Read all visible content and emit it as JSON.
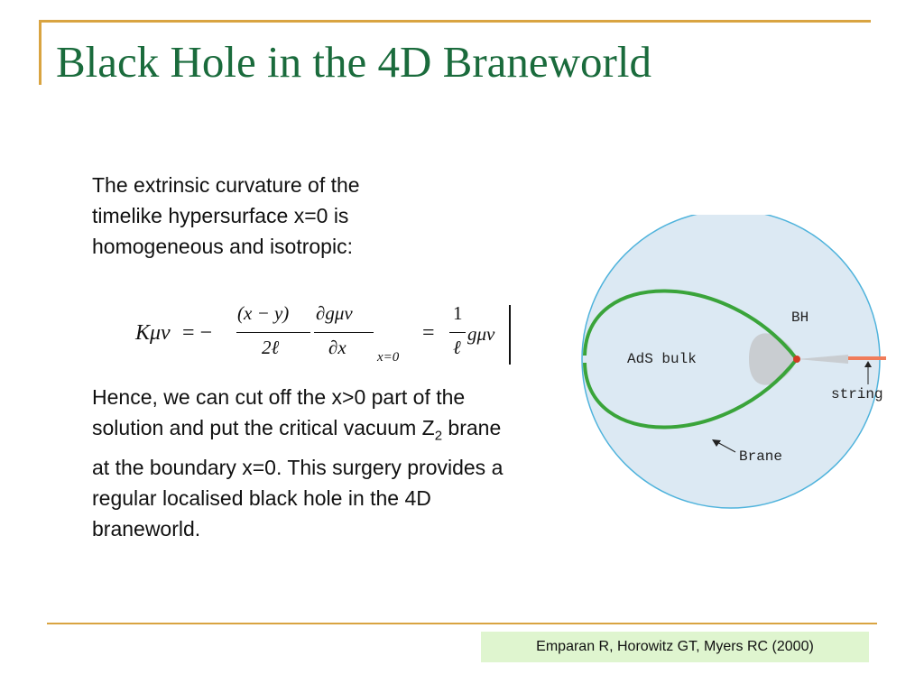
{
  "title": "Black Hole in the 4D Braneworld",
  "paragraph1": "The extrinsic curvature of the timelike hypersurface x=0 is homogeneous and isotropic:",
  "formula": {
    "lhs": "Kμν",
    "eq1": "= −",
    "num1": "(x − y)",
    "den1": "2ℓ",
    "num2": "∂gμν",
    "den2": "∂x",
    "eval": "x=0",
    "eq2": "=",
    "num3": "1",
    "den3": "ℓ",
    "rhs": "gμν"
  },
  "paragraph2": {
    "part1": "Hence, we can cut off the x>0 part of the solution and put the critical vacuum Z",
    "sub": "2",
    "part2": " brane at the boundary x=0. This surgery provides a regular localised black hole in the 4D braneworld."
  },
  "diagram": {
    "labels": {
      "bh": "BH",
      "bulk": "AdS bulk",
      "string": "string",
      "brane": "Brane"
    },
    "colors": {
      "disk_fill": "#dce9f3",
      "disk_stroke": "#4fb3dc",
      "brane": "#3aa43a",
      "bh_fill": "#c9cdd1",
      "string": "#f07c5a",
      "center": "#d23c23"
    }
  },
  "citation": "Emparan R, Horowitz GT, Myers RC (2000)",
  "colors": {
    "title": "#1a6b3c",
    "frame": "#d9a441",
    "citation_bg": "#dff5cf"
  }
}
